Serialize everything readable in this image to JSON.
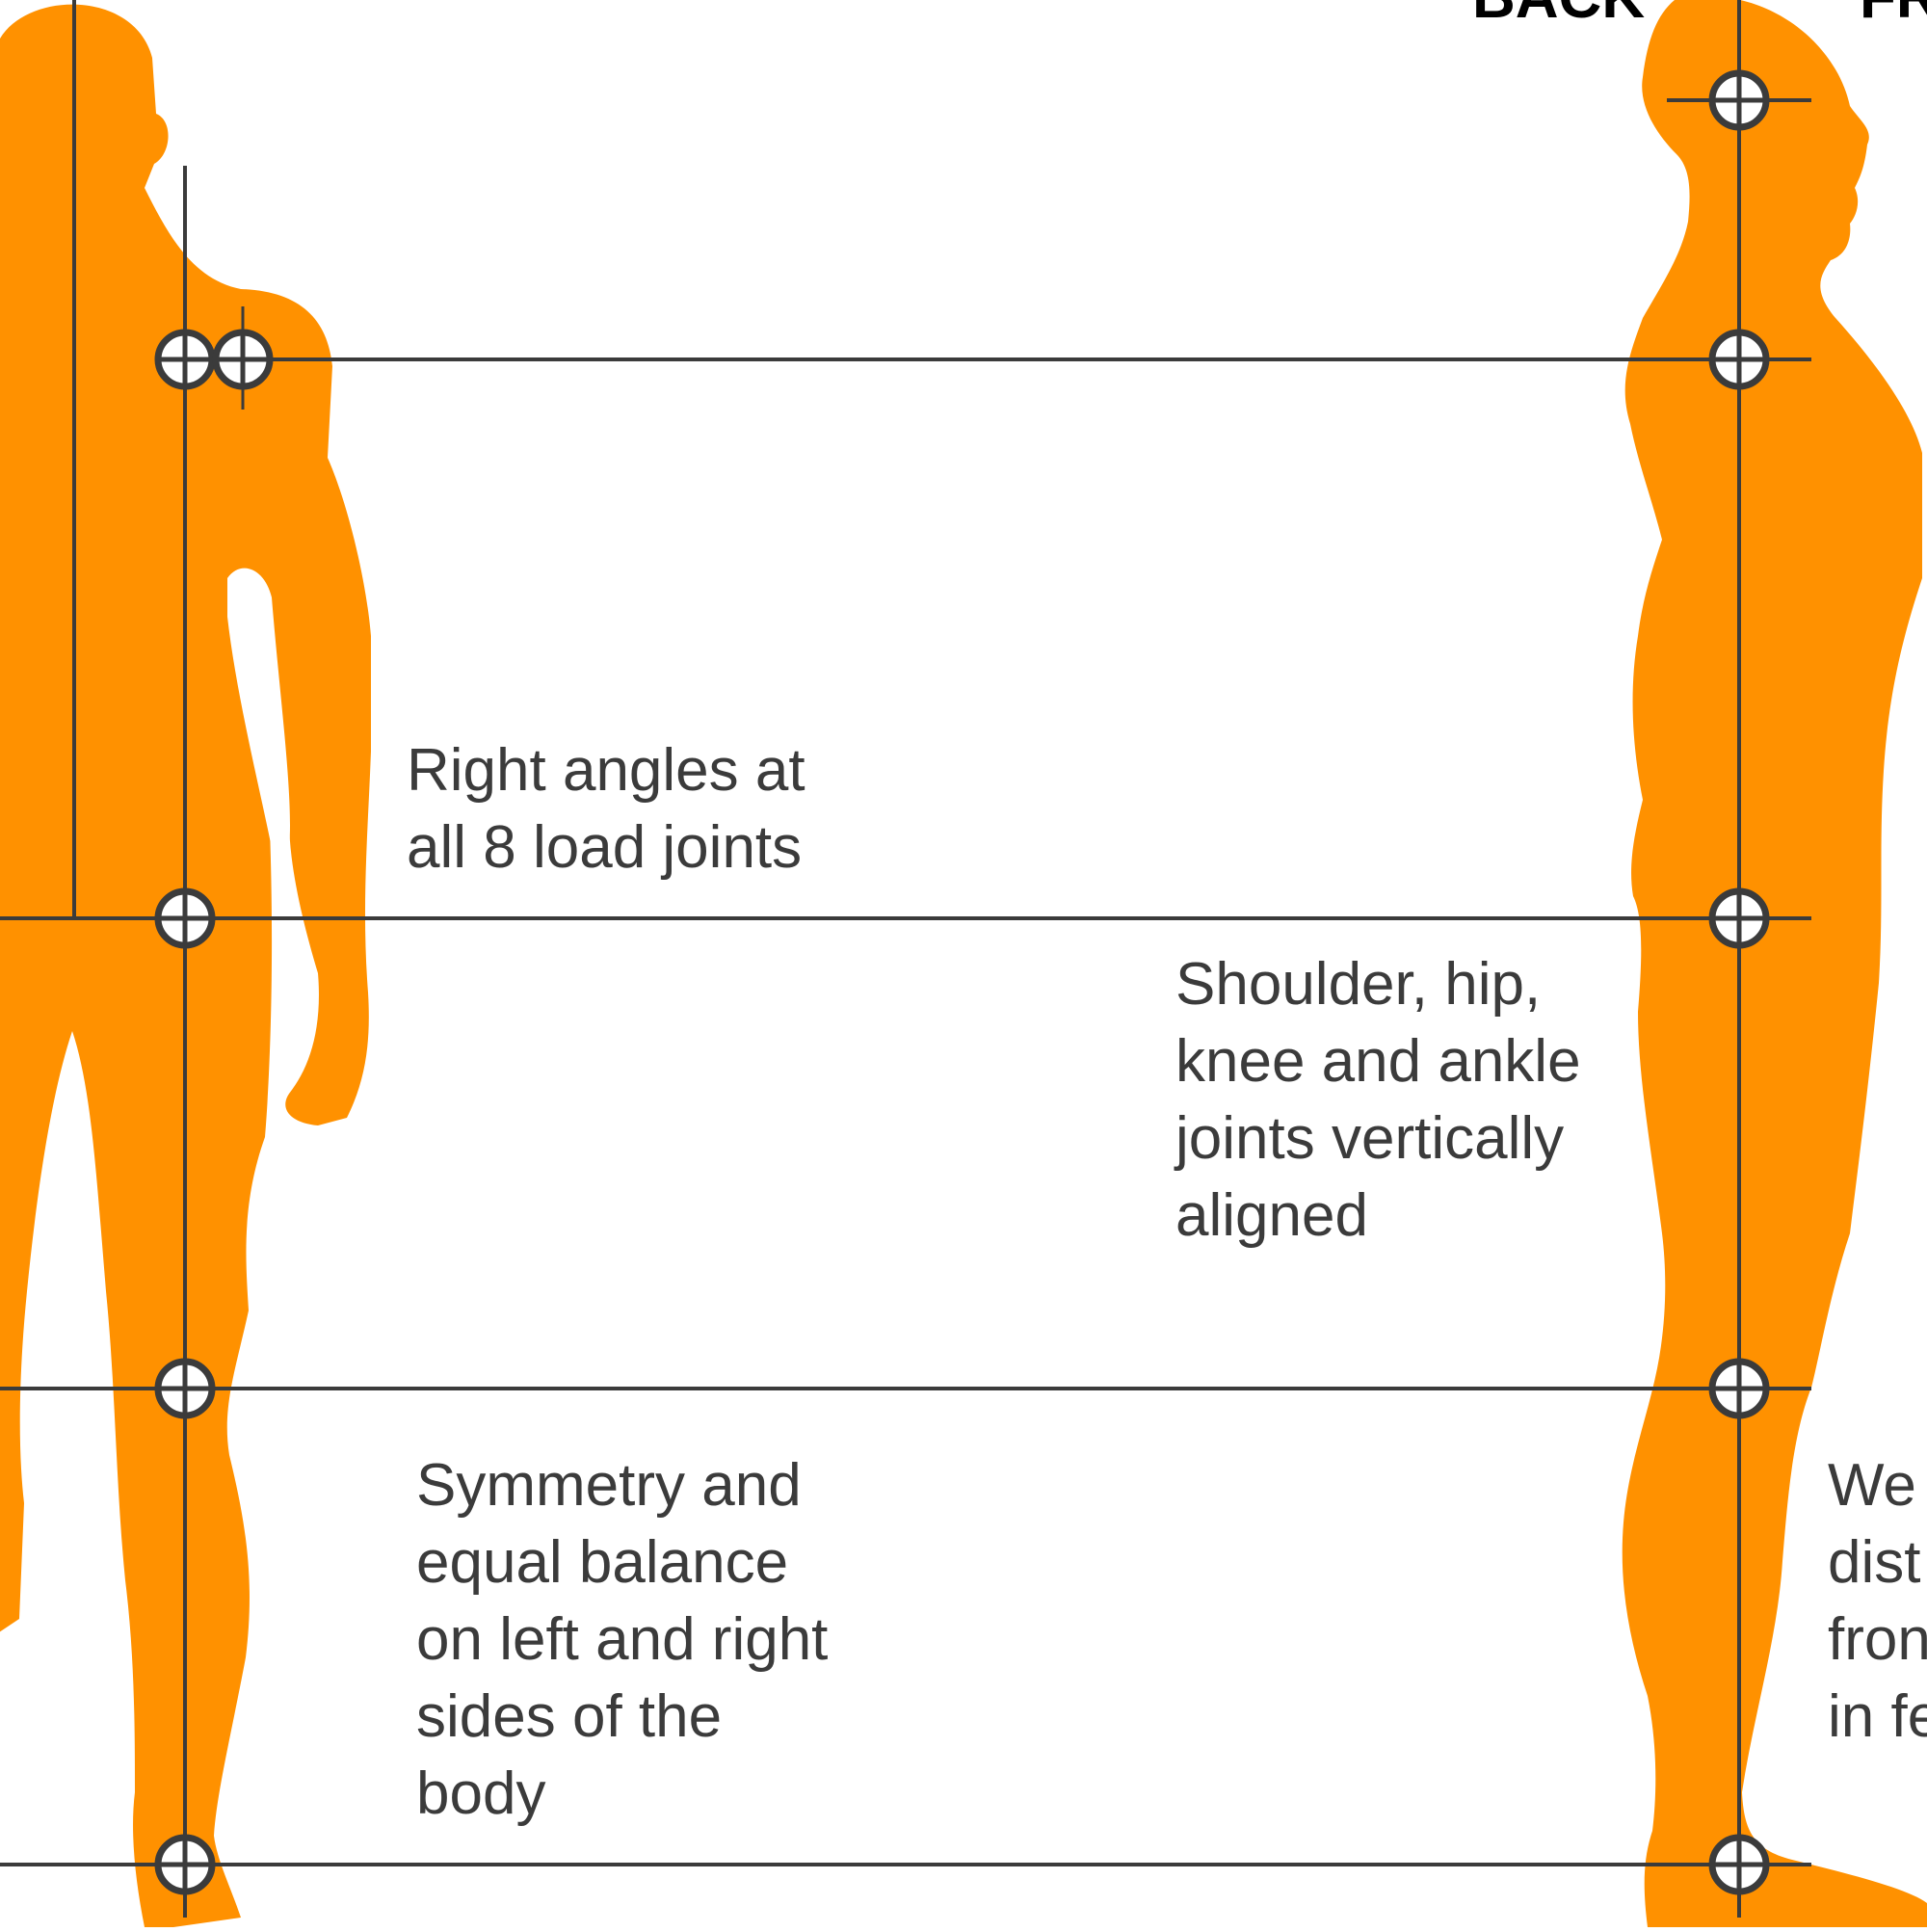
{
  "colors": {
    "figure": "#ff9100",
    "line": "#3b3b3b",
    "background": "#ffffff"
  },
  "views": {
    "back": "BACK",
    "front": "FR"
  },
  "labels": {
    "right_angles": [
      "Right angles at",
      "all 8 load joints"
    ],
    "shoulder": [
      "Shoulder, hip,",
      "knee and ankle",
      "joints vertically",
      "aligned"
    ],
    "symmetry": [
      "Symmetry and",
      "equal balance",
      "on left and right",
      "sides of the",
      "body"
    ],
    "weight": [
      "We",
      "dist",
      "fron",
      "in fe"
    ]
  }
}
